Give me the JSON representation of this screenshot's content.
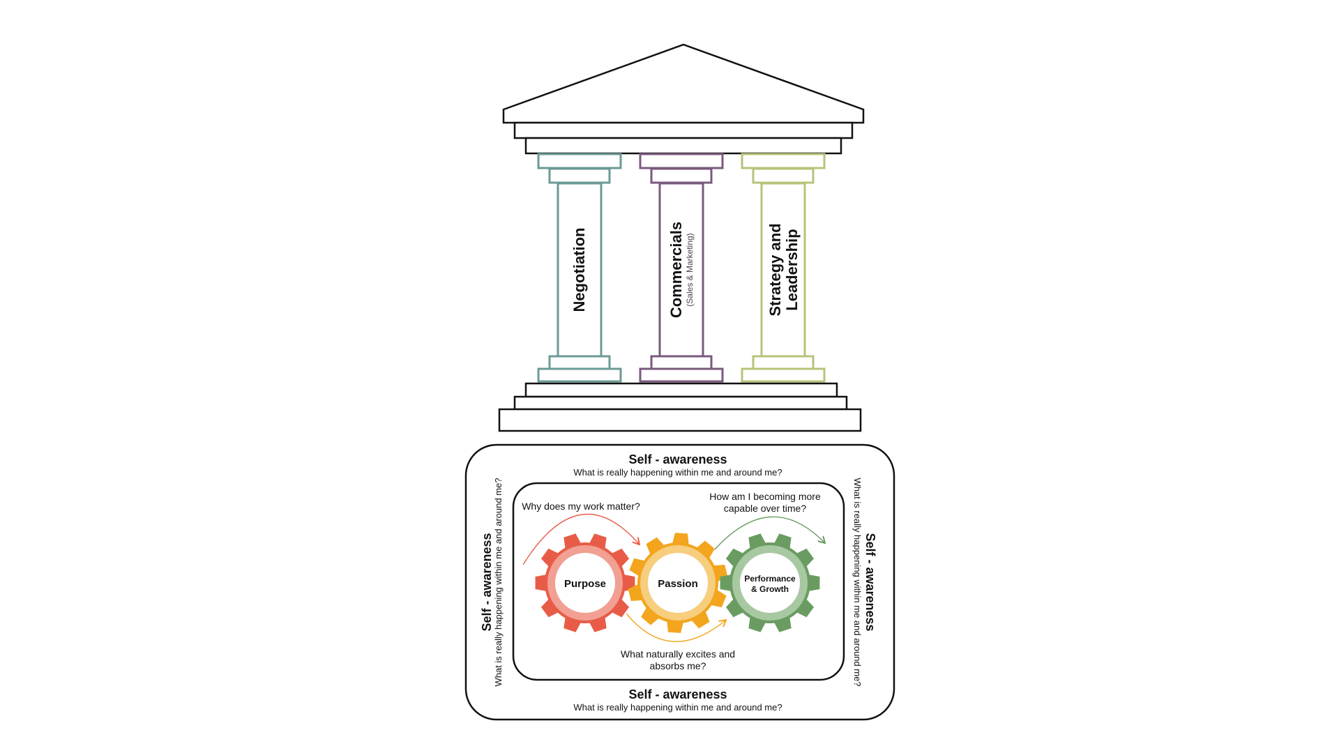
{
  "pillars": [
    {
      "title": "Negotiation",
      "subtitle": "",
      "color": "#6b9a96"
    },
    {
      "title": "Commercials",
      "subtitle": "(Sales & Marketing)",
      "color": "#7a5a7e"
    },
    {
      "title_line1": "Strategy and",
      "title_line2": "Leadership",
      "color": "#b5c47a"
    }
  ],
  "self_awareness": {
    "title": "Self - awareness",
    "subtitle": "What is really happening within me and around me?"
  },
  "gears": [
    {
      "label": "Purpose",
      "color": "#e85c47",
      "ring": "#f1a093"
    },
    {
      "label": "Passion",
      "color": "#f2a51d",
      "ring": "#f7cd7e"
    },
    {
      "label_line1": "Performance",
      "label_line2": "& Growth",
      "color": "#6a9c61",
      "ring": "#a8c8a2"
    }
  ],
  "questions": {
    "purpose": "Why does my work matter?",
    "passion_line1": "What naturally excites and",
    "passion_line2": "absorbs me?",
    "growth_line1": "How am I becoming more",
    "growth_line2": "capable over time?"
  },
  "colors": {
    "outline": "#111111",
    "arrow_red": "#e85c47",
    "arrow_orange": "#f2a51d",
    "arrow_green": "#6a9c61"
  }
}
